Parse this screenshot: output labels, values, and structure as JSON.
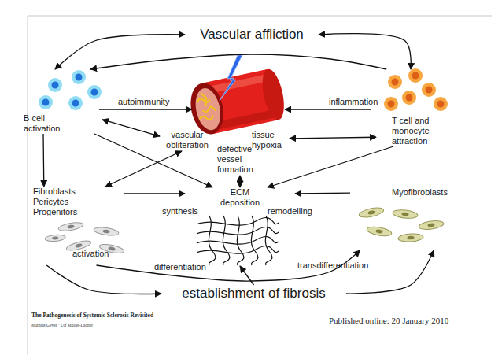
{
  "diagram": {
    "nodes": [
      {
        "text": [
          "Vascular affliction"
        ]
      },
      {
        "text": [
          "B cell activation"
        ]
      },
      {
        "text": [
          "T cell and monocyte attraction"
        ]
      },
      {
        "text": [
          "vascular obliteration"
        ]
      },
      {
        "text": [
          "tissue hypoxia"
        ]
      },
      {
        "text": [
          "defective vessel formation"
        ]
      },
      {
        "text": [
          "ECM deposition"
        ]
      },
      {
        "text": [
          "Fibroblasts Pericytes Progenitors"
        ]
      },
      {
        "text": [
          "Myofibroblasts"
        ]
      },
      {
        "text": [
          "establishment of fibrosis"
        ]
      }
    ],
    "edges": [
      {
        "from": 0,
        "to": 1,
        "arrow": "both"
      },
      {
        "from": 0,
        "to": 2,
        "arrow": "both"
      },
      {
        "from": 2,
        "to": 1,
        "arrow": "to"
      },
      {
        "from": 1,
        "to": 3,
        "arrow": "both"
      },
      {
        "from": 2,
        "to": 4,
        "arrow": "both"
      },
      {
        "from": 5,
        "to": 6,
        "arrow": "both"
      },
      {
        "from": 1,
        "to": 7,
        "arrow": "to"
      },
      {
        "from": 1,
        "to": 6,
        "arrow": "to"
      },
      {
        "from": 2,
        "to": 6,
        "arrow": "to"
      },
      {
        "from": 7,
        "to": 6,
        "arrow": "to"
      },
      {
        "from": 8,
        "to": 6,
        "arrow": "to"
      },
      {
        "from": 7,
        "to": 3,
        "arrow": "both"
      },
      {
        "from": 7,
        "to": 8,
        "label": "differentiation",
        "arrow": "to"
      },
      {
        "from": 7,
        "to": 9,
        "label": "activation",
        "arrow": "to"
      },
      {
        "from": 9,
        "to": 8,
        "arrow": "to"
      },
      {
        "from": 9,
        "to": 6,
        "arrow": "to"
      }
    ],
    "labels": [
      "autoimmunity",
      "inflammation",
      "synthesis",
      "remodelling",
      "transdifferentiation",
      "The Pathogenesis of Systemic Sclerosis Revisited",
      "Mathias Geyer · Ulf Müller-Ladner",
      "Published online: 20 January 2010"
    ]
  }
}
